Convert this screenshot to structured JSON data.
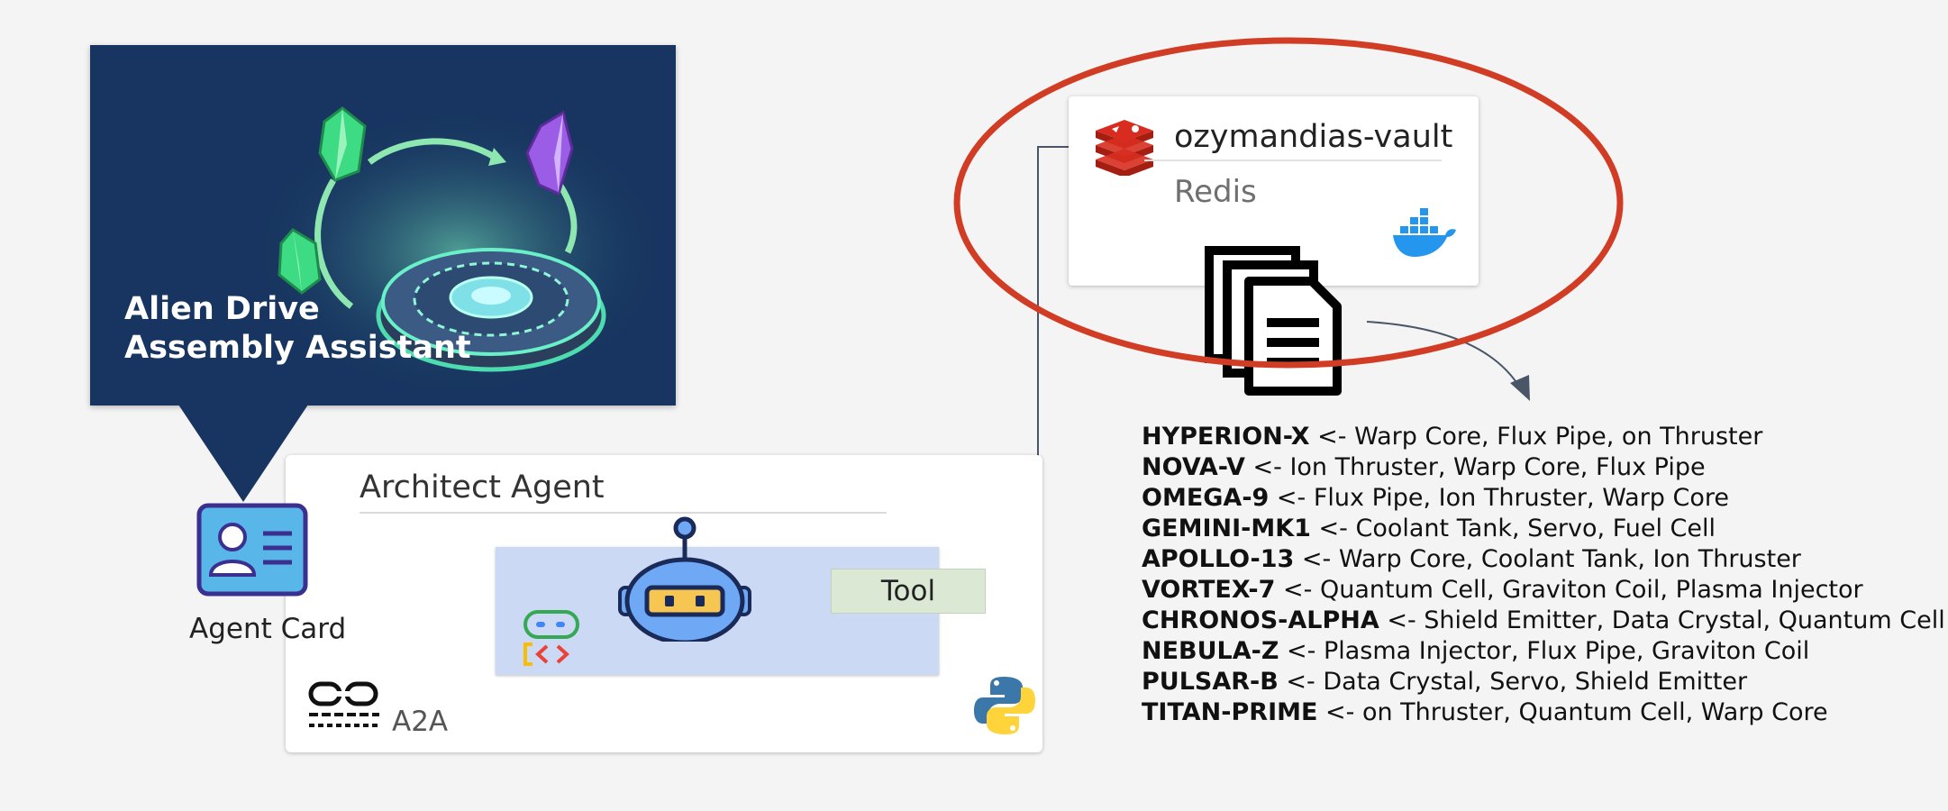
{
  "hero": {
    "title_line1": "Alien Drive",
    "title_line2": "Assembly Assistant"
  },
  "architect": {
    "title": "Architect Agent",
    "tool_label": "Tool",
    "protocol_label": "A2A"
  },
  "agent_card": {
    "label": "Agent Card"
  },
  "vault": {
    "name": "ozymandias-vault",
    "type": "Redis"
  },
  "recipes": [
    {
      "name": "HYPERION-X",
      "parts": " <- Warp Core, Flux Pipe, on Thruster"
    },
    {
      "name": "NOVA-V",
      "parts": " <- Ion Thruster, Warp Core, Flux Pipe"
    },
    {
      "name": "OMEGA-9",
      "parts": " <- Flux Pipe, Ion Thruster, Warp Core"
    },
    {
      "name": "GEMINI-MK1",
      "parts": " <- Coolant Tank, Servo, Fuel Cell"
    },
    {
      "name": "APOLLO-13",
      "parts": " <- Warp Core, Coolant Tank, Ion Thruster"
    },
    {
      "name": "VORTEX-7",
      "parts": " <- Quantum Cell, Graviton Coil, Plasma Injector"
    },
    {
      "name": "CHRONOS-ALPHA",
      "parts": " <- Shield Emitter, Data Crystal, Quantum Cell"
    },
    {
      "name": "NEBULA-Z",
      "parts": " <- Plasma Injector, Flux Pipe, Graviton Coil"
    },
    {
      "name": "PULSAR-B",
      "parts": " <- Data Crystal, Servo, Shield Emitter"
    },
    {
      "name": "TITAN-PRIME",
      "parts": " <- on Thruster, Quantum Cell, Warp Core"
    }
  ],
  "colors": {
    "hero_bg": "#173560",
    "highlight_ring": "#d13c25",
    "tool_bg": "#dbe8d3",
    "bot_box_bg": "#cbd9f5"
  },
  "icons": [
    "crystal-icon",
    "portal-icon",
    "robot-icon",
    "agent-card-icon",
    "redis-icon",
    "docker-icon",
    "documents-icon",
    "python-icon",
    "a2a-icon",
    "code-brackets-icon"
  ]
}
